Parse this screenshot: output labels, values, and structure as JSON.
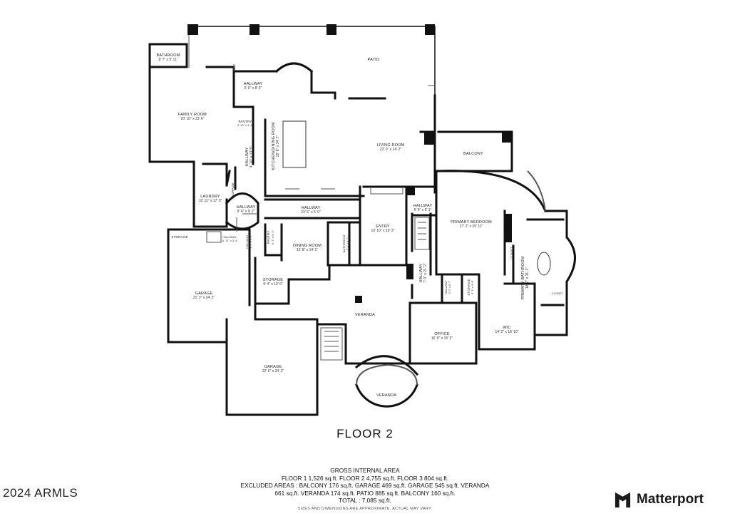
{
  "floor_title": "FLOOR 2",
  "rooms": [
    {
      "id": "bathroom-top",
      "name": "BATHROOM",
      "dims": "8' 7\" x 5' 11\""
    },
    {
      "id": "family-room",
      "name": "FAMILY ROOM",
      "dims": "20' 10\" x 23' 6\""
    },
    {
      "id": "hallway-top",
      "name": "HALLWAY",
      "dims": "9' 0\" x 8' 6\""
    },
    {
      "id": "patio",
      "name": "PATIO",
      "dims": ""
    },
    {
      "id": "pantry-left",
      "name": "PANTRY",
      "dims": "4' 10\" x 4' 4\""
    },
    {
      "id": "kitchen",
      "name": "KITCHEN/DINING ROOM",
      "dims": "22' 8\" x 34' 7\""
    },
    {
      "id": "hallway-vertical",
      "name": "HALLWAY",
      "dims": "4' 10\" x 13' 5\""
    },
    {
      "id": "living-room",
      "name": "LIVING ROOM",
      "dims": "22' 0\" x 24' 2\""
    },
    {
      "id": "balcony",
      "name": "BALCONY",
      "dims": ""
    },
    {
      "id": "laundry",
      "name": "LAUNDRY",
      "dims": "10' 11\" x 17' 0\""
    },
    {
      "id": "storage-small",
      "name": "STORAGE",
      "dims": ""
    },
    {
      "id": "hallway-round",
      "name": "HALLWAY",
      "dims": "9' 4\" x 9' 2\""
    },
    {
      "id": "hallway-long",
      "name": "HALLWAY",
      "dims": "23' 5\" x 5' 0\""
    },
    {
      "id": "entry",
      "name": "ENTRY",
      "dims": "10' 10\" x 19' 3\""
    },
    {
      "id": "hallway-right",
      "name": "HALLWAY",
      "dims": "6' 9\" x 6' 1\""
    },
    {
      "id": "primary-bedroom",
      "name": "PRIMARY BEDROOM",
      "dims": "27' 2\" x 25' 11\""
    },
    {
      "id": "storage-garage",
      "name": "STORAGE",
      "dims": ""
    },
    {
      "id": "hallway-small",
      "name": "HALLWAY",
      "dims": "11' 11\" x 3' 4\""
    },
    {
      "id": "hallway-tiny",
      "name": "HALLWAY",
      "dims": "3' 3\" x 4' 0\""
    },
    {
      "id": "pantry-2",
      "name": "PANTRY",
      "dims": "6' 2\" x 9' 3\""
    },
    {
      "id": "dining-room",
      "name": "DINING ROOM",
      "dims": "12' 8\" x 14' 1\""
    },
    {
      "id": "bathroom-mid",
      "name": "BATHROOM",
      "dims": "5' 4\" x 6' 2\""
    },
    {
      "id": "storage-mid",
      "name": "STORAGE",
      "dims": "9' 4\" x 10' 6\""
    },
    {
      "id": "closet",
      "name": "CLOSET",
      "dims": ""
    },
    {
      "id": "primary-bathroom",
      "name": "PRIMARY BATHROOM",
      "dims": "18' 7\" x 31' 1\""
    },
    {
      "id": "garage-left",
      "name": "GARAGE",
      "dims": "21' 3\" x 24' 2\""
    },
    {
      "id": "hallway-v2",
      "name": "HALLWAY",
      "dims": "7' 0\" x 21' 2\""
    },
    {
      "id": "hallway-v3",
      "name": "HALLWAY",
      "dims": "4' 0\" x 6' 7\""
    },
    {
      "id": "storage-v",
      "name": "STORAGE",
      "dims": "3' 3\" x 3' 6\""
    },
    {
      "id": "closet-2",
      "name": "CLOSET",
      "dims": ""
    },
    {
      "id": "veranda-mid",
      "name": "VERANDA",
      "dims": ""
    },
    {
      "id": "office",
      "name": "OFFICE",
      "dims": "16' 9\" x 15' 3\""
    },
    {
      "id": "wic",
      "name": "WIC",
      "dims": "14' 2\" x 18' 10\""
    },
    {
      "id": "garage-lower",
      "name": "GARAGE",
      "dims": "22' 6\" x 24' 2\""
    },
    {
      "id": "veranda-round",
      "name": "VERANDA",
      "dims": ""
    }
  ],
  "area_summary": {
    "heading": "GROSS INTERNAL AREA",
    "line1": "FLOOR 1 1,526 sq.ft.   FLOOR 2 4,755 sq.ft.   FLOOR 3 804 sq.ft.",
    "line2": "EXCLUDED AREAS :  BALCONY 176 sq.ft.   GARAGE 469 sq.ft.   GARAGE 545 sq.ft.   VERANDA",
    "line3": "661 sq.ft.   VERANDA 174 sq.ft.   PATIO 885 sq.ft.   BALCONY 160 sq.ft.",
    "line4": "TOTAL :  7,085 sq.ft.",
    "disclaimer": "SIZES AND DIMENSIONS ARE APPROXIMATE, ACTUAL MAY VARY."
  },
  "copyright": "2024 ARMLS",
  "brand": {
    "name": "Matterport",
    "logo_icon": "matterport-logo-icon"
  },
  "colors": {
    "wall": "#111111",
    "background": "#ffffff",
    "thin_line": "#555555"
  }
}
